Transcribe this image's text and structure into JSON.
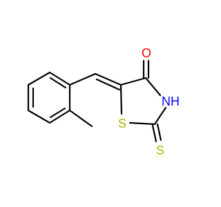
{
  "molecule": {
    "colors": {
      "bond": "#000000",
      "oxygen": "#ff0000",
      "nitrogen": "#0000ff",
      "sulfur": "#b3b300"
    },
    "atoms": {
      "oxygen": "O",
      "nh": "NH",
      "ring_sulfur": "S",
      "thione_sulfur": "S"
    }
  }
}
